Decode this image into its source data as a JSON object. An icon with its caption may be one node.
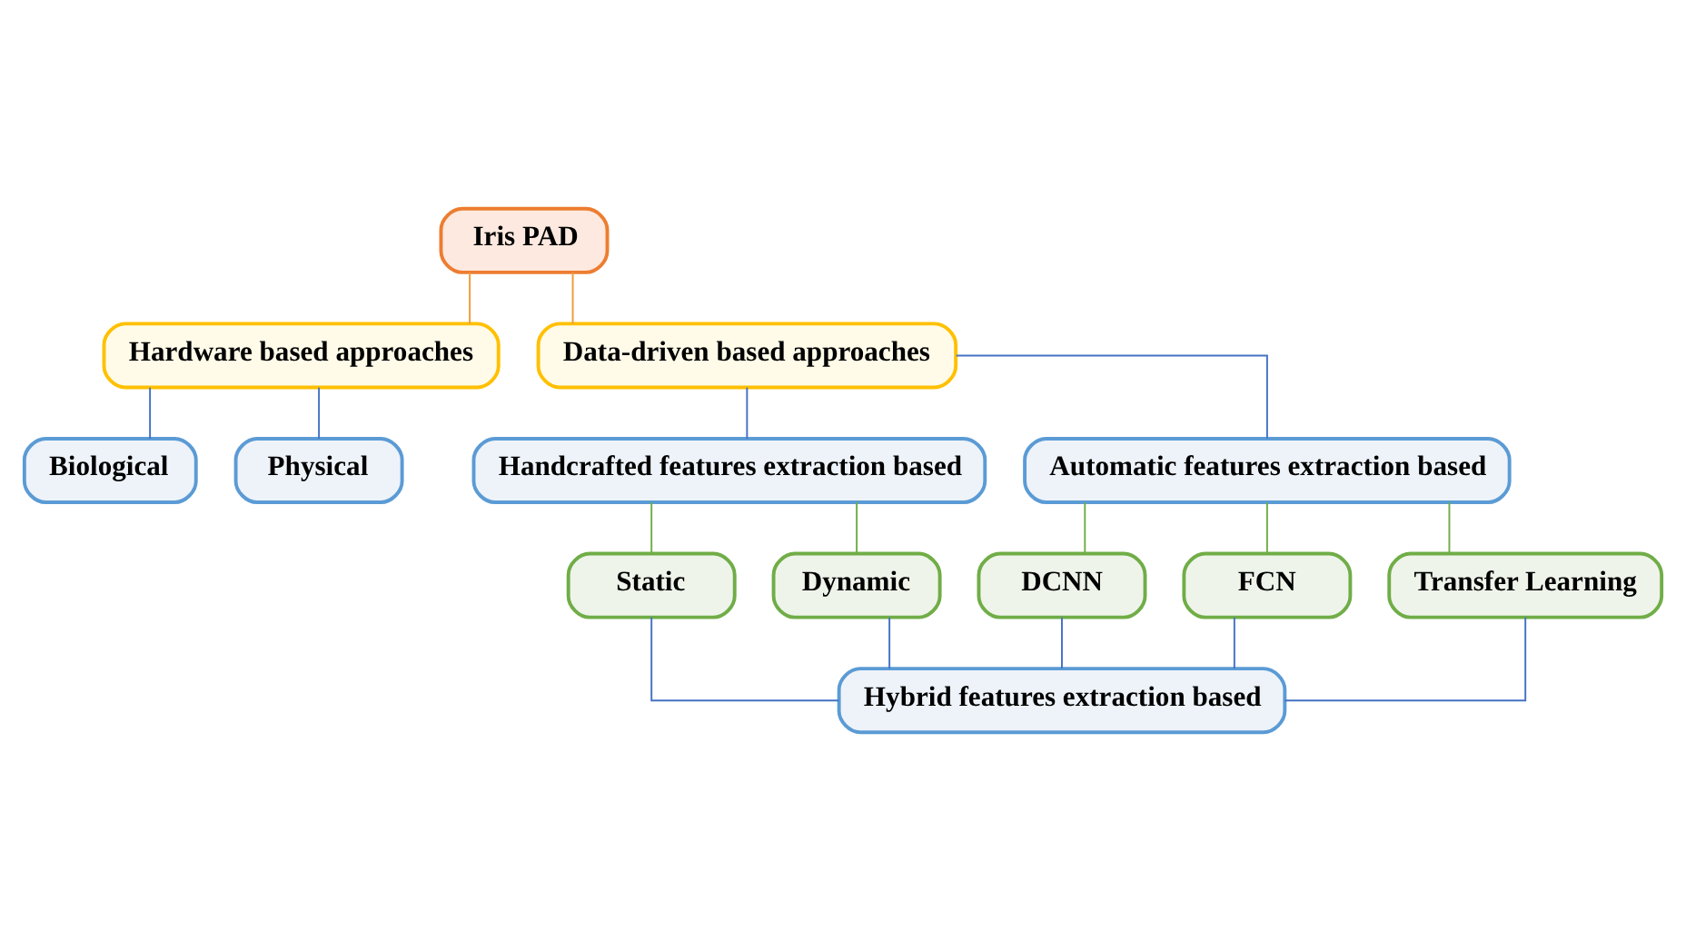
{
  "diagram": {
    "nodes": [
      {
        "text": [
          "Iris PAD"
        ]
      },
      {
        "text": [
          "Hardware based approaches"
        ]
      },
      {
        "text": [
          "Data-driven based approaches"
        ]
      },
      {
        "text": [
          "Biological"
        ]
      },
      {
        "text": [
          "Physical"
        ]
      },
      {
        "text": [
          "Handcrafted features extraction based"
        ]
      },
      {
        "text": [
          "Automatic features extraction based"
        ]
      },
      {
        "text": [
          "Static"
        ]
      },
      {
        "text": [
          "Dynamic"
        ]
      },
      {
        "text": [
          "DCNN"
        ]
      },
      {
        "text": [
          "FCN"
        ]
      },
      {
        "text": [
          "Transfer Learning"
        ]
      },
      {
        "text": [
          "Hybrid features extraction based"
        ]
      }
    ],
    "edges": [
      {
        "from": 0,
        "to": 1,
        "arrow": "none",
        "color": "#ed9c3a"
      },
      {
        "from": 0,
        "to": 2,
        "arrow": "none",
        "color": "#ed9c3a"
      },
      {
        "from": 1,
        "to": 3,
        "arrow": "none"
      },
      {
        "from": 1,
        "to": 4,
        "arrow": "none"
      },
      {
        "from": 2,
        "to": 5,
        "arrow": "none"
      },
      {
        "from": 2,
        "to": 6,
        "arrow": "none"
      },
      {
        "from": 5,
        "to": 7,
        "arrow": "none",
        "color": "#70ad47"
      },
      {
        "from": 5,
        "to": 8,
        "arrow": "none",
        "color": "#70ad47"
      },
      {
        "from": 6,
        "to": 9,
        "arrow": "none",
        "color": "#70ad47"
      },
      {
        "from": 6,
        "to": 10,
        "arrow": "none",
        "color": "#70ad47"
      },
      {
        "from": 6,
        "to": 11,
        "arrow": "none",
        "color": "#70ad47"
      },
      {
        "from": 7,
        "to": 12,
        "arrow": "none"
      },
      {
        "from": 8,
        "to": 12,
        "arrow": "none"
      },
      {
        "from": 9,
        "to": 12,
        "arrow": "none"
      },
      {
        "from": 10,
        "to": 12,
        "arrow": "none"
      },
      {
        "from": 11,
        "to": 12,
        "arrow": "none"
      }
    ]
  }
}
